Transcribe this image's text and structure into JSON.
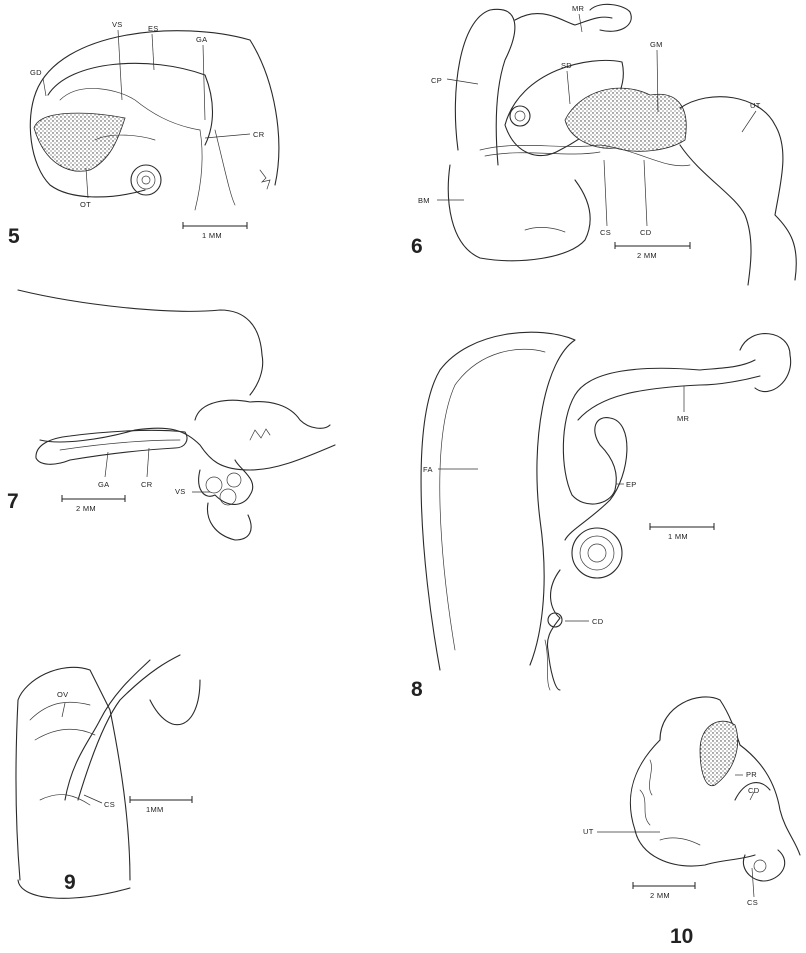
{
  "figures": [
    {
      "number": "5",
      "labels": [
        "GD",
        "VS",
        "ES",
        "GA",
        "CR",
        "OT"
      ],
      "scale_bar": "1 MM"
    },
    {
      "number": "6",
      "labels": [
        "MR",
        "CP",
        "SD",
        "GM",
        "UT",
        "BM",
        "CS",
        "CD"
      ],
      "scale_bar": "2 MM"
    },
    {
      "number": "7",
      "labels": [
        "GA",
        "CR",
        "VS"
      ],
      "scale_bar": "2 MM"
    },
    {
      "number": "8",
      "labels": [
        "MR",
        "FA",
        "EP",
        "CD"
      ],
      "scale_bar": "1 MM"
    },
    {
      "number": "9",
      "labels": [
        "OV",
        "CS"
      ],
      "scale_bar": "1MM"
    },
    {
      "number": "10",
      "labels": [
        "PR",
        "CD",
        "UT",
        "CS"
      ],
      "scale_bar": "2 MM"
    }
  ]
}
